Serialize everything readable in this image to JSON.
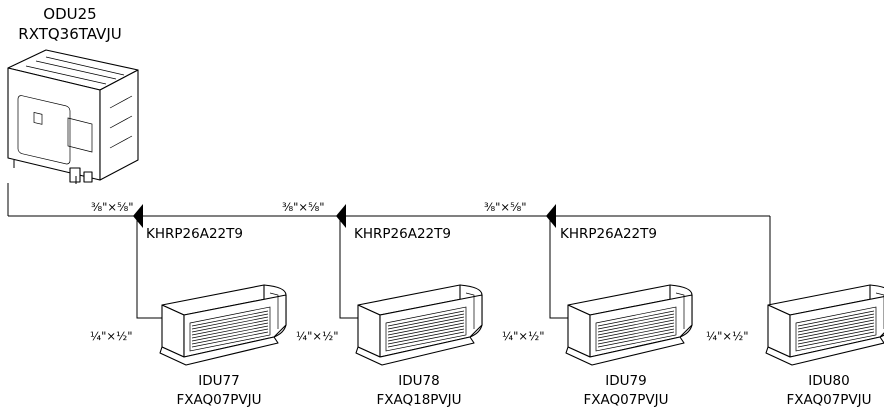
{
  "odu": {
    "name": "ODU25",
    "model": "RXTQ36TAVJU",
    "icon": "outdoor-unit-icon"
  },
  "main_pipe_size": "⅜\"×⅝\"",
  "branch_kits": [
    {
      "pipe": "⅜\"×⅝\"",
      "model": "KHRP26A22T9"
    },
    {
      "pipe": "⅜\"×⅝\"",
      "model": "KHRP26A22T9"
    },
    {
      "pipe": "⅜\"×⅝\"",
      "model": "KHRP26A22T9"
    }
  ],
  "idus": [
    {
      "name": "IDU77",
      "model": "FXAQ07PVJU",
      "pipe": "¼\"×½\"",
      "icon": "indoor-unit-icon"
    },
    {
      "name": "IDU78",
      "model": "FXAQ18PVJU",
      "pipe": "¼\"×½\"",
      "icon": "indoor-unit-icon"
    },
    {
      "name": "IDU79",
      "model": "FXAQ07PVJU",
      "pipe": "¼\"×½\"",
      "icon": "indoor-unit-icon"
    },
    {
      "name": "IDU80",
      "model": "FXAQ07PVJU",
      "pipe": "¼\"×½\"",
      "icon": "indoor-unit-icon"
    }
  ]
}
